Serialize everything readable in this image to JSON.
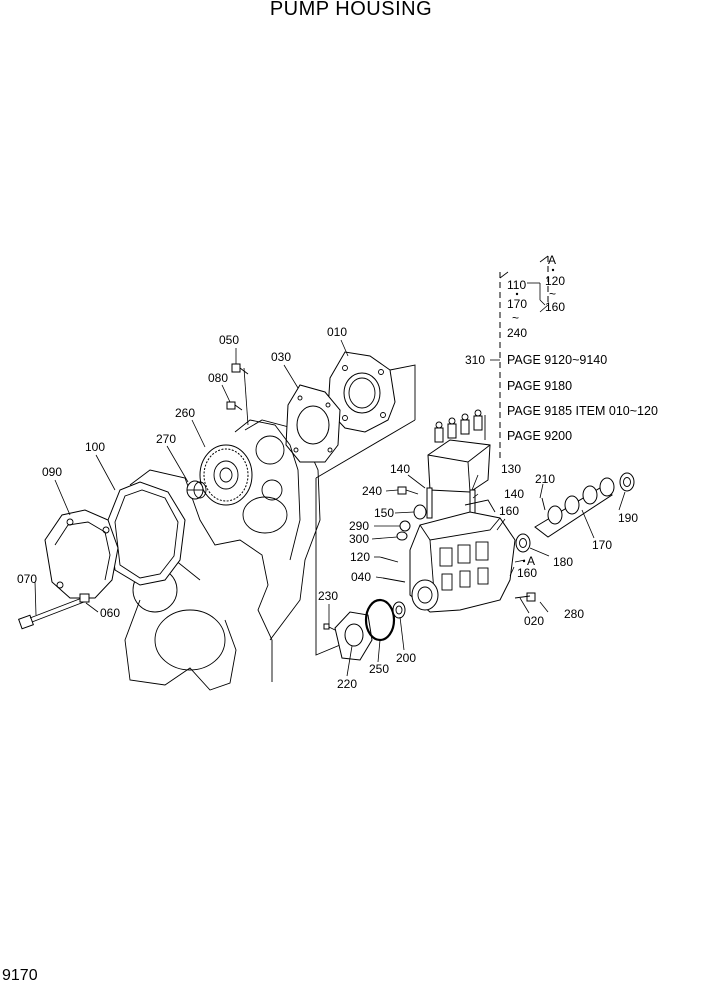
{
  "title": "PUMP HOUSING",
  "page_number": "9170",
  "callouts": [
    {
      "id": "c010",
      "text": "010"
    },
    {
      "id": "c050",
      "text": "050"
    },
    {
      "id": "c030",
      "text": "030"
    },
    {
      "id": "c080",
      "text": "080"
    },
    {
      "id": "c260",
      "text": "260"
    },
    {
      "id": "c270",
      "text": "270"
    },
    {
      "id": "c100",
      "text": "100"
    },
    {
      "id": "c090",
      "text": "090"
    },
    {
      "id": "c070",
      "text": "070"
    },
    {
      "id": "c060",
      "text": "060"
    },
    {
      "id": "c310",
      "text": "310"
    },
    {
      "id": "c140a",
      "text": "140"
    },
    {
      "id": "c130",
      "text": "130"
    },
    {
      "id": "c240",
      "text": "240"
    },
    {
      "id": "c140b",
      "text": "140"
    },
    {
      "id": "c210",
      "text": "210"
    },
    {
      "id": "c150",
      "text": "150"
    },
    {
      "id": "c160a",
      "text": "160"
    },
    {
      "id": "c290",
      "text": "290"
    },
    {
      "id": "c190",
      "text": "190"
    },
    {
      "id": "c300",
      "text": "300"
    },
    {
      "id": "c170",
      "text": "170"
    },
    {
      "id": "c120",
      "text": "120"
    },
    {
      "id": "cA",
      "text": "A"
    },
    {
      "id": "c180",
      "text": "180"
    },
    {
      "id": "c160b",
      "text": "160"
    },
    {
      "id": "c040",
      "text": "040"
    },
    {
      "id": "c230",
      "text": "230"
    },
    {
      "id": "c280",
      "text": "280"
    },
    {
      "id": "c020",
      "text": "020"
    },
    {
      "id": "c200",
      "text": "200"
    },
    {
      "id": "c250",
      "text": "250"
    },
    {
      "id": "c220",
      "text": "220"
    }
  ],
  "bracket_group": {
    "top_A": "A",
    "top_120": "120",
    "top_160": "160",
    "left_110": "110",
    "left_170": "170",
    "left_240": "240",
    "tilde": "~"
  },
  "references": [
    {
      "id": "r1",
      "text": "PAGE 9120~9140"
    },
    {
      "id": "r2",
      "text": "PAGE 9180"
    },
    {
      "id": "r3",
      "text": "PAGE 9185 ITEM 010~120"
    },
    {
      "id": "r4",
      "text": "PAGE 9200"
    }
  ]
}
